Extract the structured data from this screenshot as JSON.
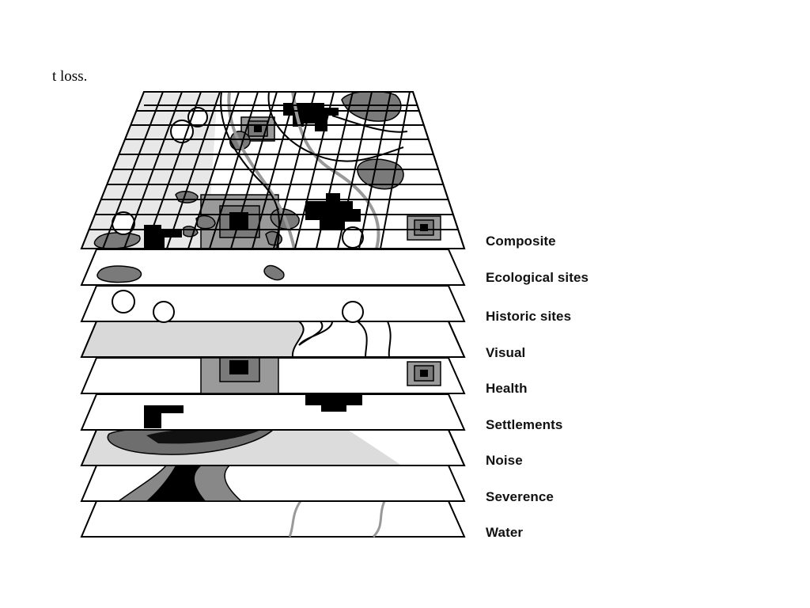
{
  "caption": "t loss.",
  "layers": [
    {
      "id": "composite",
      "label": "Composite"
    },
    {
      "id": "ecological",
      "label": "Ecological sites"
    },
    {
      "id": "historic",
      "label": "Historic sites"
    },
    {
      "id": "visual",
      "label": "Visual"
    },
    {
      "id": "health",
      "label": "Health"
    },
    {
      "id": "settlements",
      "label": "Settlements"
    },
    {
      "id": "noise",
      "label": "Noise"
    },
    {
      "id": "severence",
      "label": "Severence"
    },
    {
      "id": "water",
      "label": "Water"
    }
  ],
  "colors": {
    "outline": "#000000",
    "ecological_fill": "#7a7a7a",
    "visual_fill": "#d9d9d9",
    "health_outer": "#9a9a9a",
    "health_inner": "#7a7a7a",
    "settlement_fill": "#000000",
    "noise_light": "#dcdcdc",
    "noise_dark": "#6e6e6e",
    "river": "#999999"
  }
}
